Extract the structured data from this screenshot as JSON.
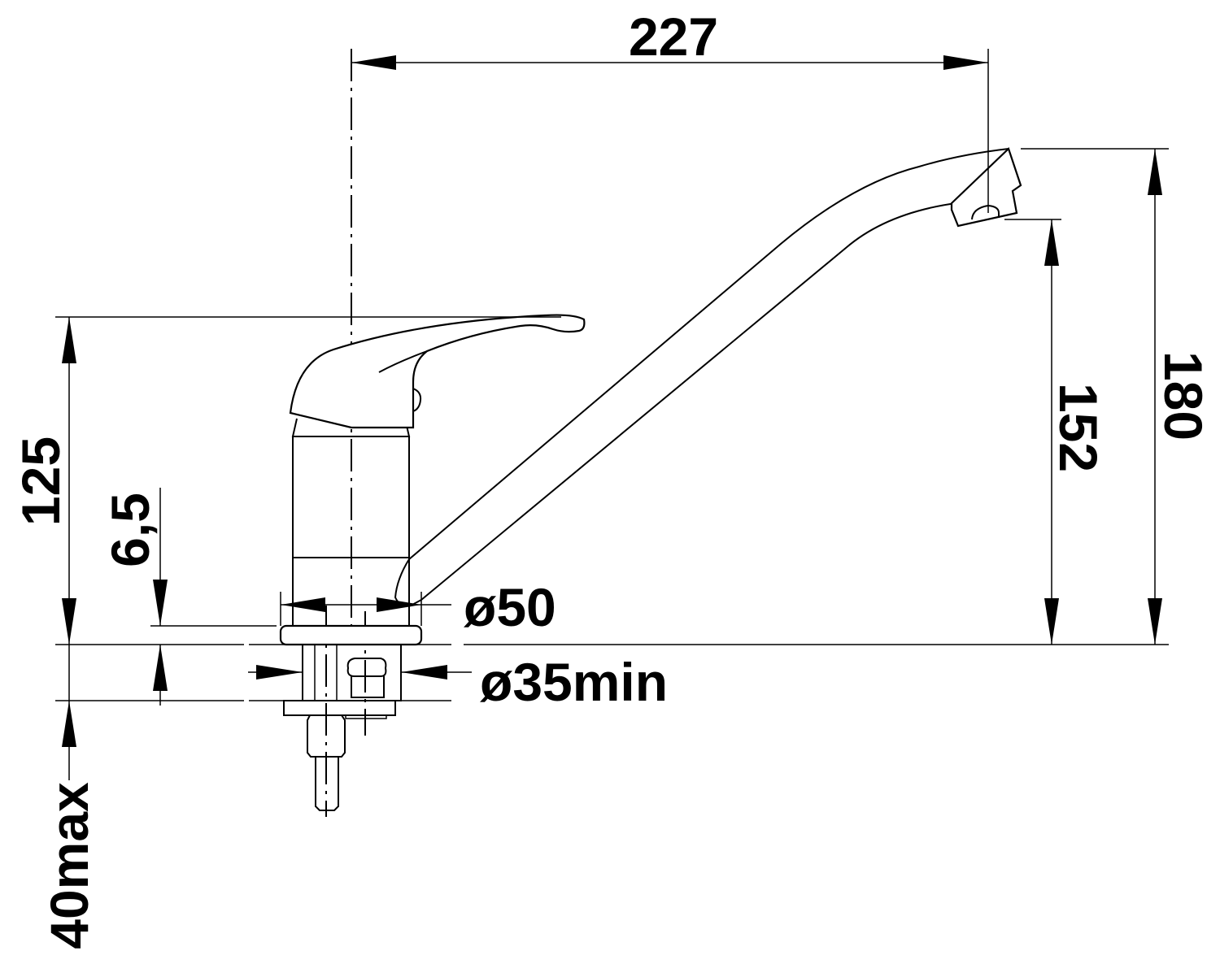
{
  "drawing": {
    "line_color": "#000000",
    "background": "#ffffff",
    "dimensions": {
      "spout_reach": "227",
      "total_height": "180",
      "spout_outlet_height": "152",
      "lever_height": "125",
      "flange_height": "6,5",
      "max_counter_thickness": "40max",
      "base_diameter": "ø50",
      "hole_diameter": "ø35min"
    }
  }
}
